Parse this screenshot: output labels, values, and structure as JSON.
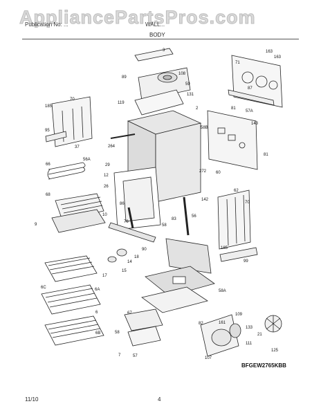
{
  "header": {
    "watermark": "AppliancePartsPros.com",
    "left_text": "Publication No: ...",
    "right_text": "WALL...",
    "section": "BODY"
  },
  "footer": {
    "model": "BFGEW2765KBB",
    "date": "11/10",
    "page": "4"
  },
  "callouts": [
    "3",
    "163",
    "163",
    "71",
    "108",
    "89",
    "59",
    "131",
    "70",
    "119",
    "2",
    "87",
    "185",
    "81",
    "57A",
    "143",
    "95",
    "58B",
    "37",
    "264",
    "56A",
    "81",
    "66",
    "29",
    "272",
    "60",
    "12",
    "62",
    "26",
    "142",
    "68",
    "86",
    "70",
    "9",
    "10",
    "76",
    "83",
    "56",
    "58",
    "185",
    "90",
    "18",
    "14",
    "17",
    "15",
    "99",
    "6C",
    "6A",
    "58A",
    "6",
    "67",
    "82",
    "6B",
    "58",
    "161",
    "109",
    "21",
    "133",
    "7",
    "57",
    "111",
    "125",
    "107"
  ]
}
